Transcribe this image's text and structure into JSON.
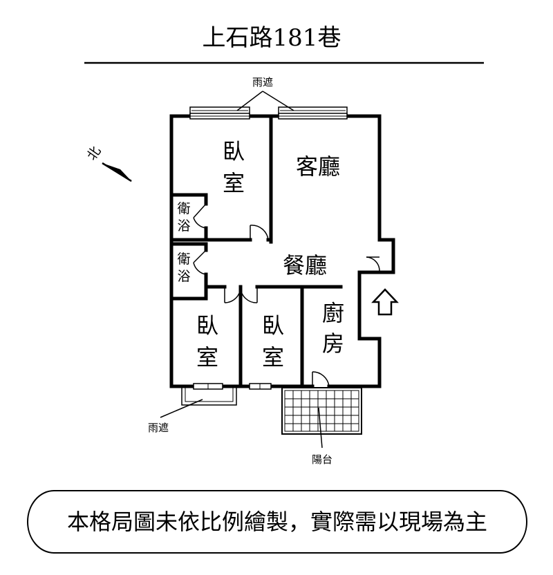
{
  "title": "上石路181巷",
  "north": "北",
  "rooms": {
    "bedroom_top_line1": "臥",
    "bedroom_top_line2": "室",
    "living_room": "客廳",
    "bath_upper_line1": "衛",
    "bath_upper_line2": "浴",
    "bath_lower_line1": "衛",
    "bath_lower_line2": "浴",
    "dining_room": "餐廳",
    "bedroom_left_line1": "臥",
    "bedroom_left_line2": "室",
    "bedroom_mid_line1": "臥",
    "bedroom_mid_line2": "室",
    "kitchen_line1": "廚",
    "kitchen_line2": "房"
  },
  "notes": {
    "awning_top": "雨遮",
    "awning_bottom": "雨遮",
    "balcony": "陽台"
  },
  "disclaimer": "本格局圖未依比例繪製，實際需以現場為主"
}
